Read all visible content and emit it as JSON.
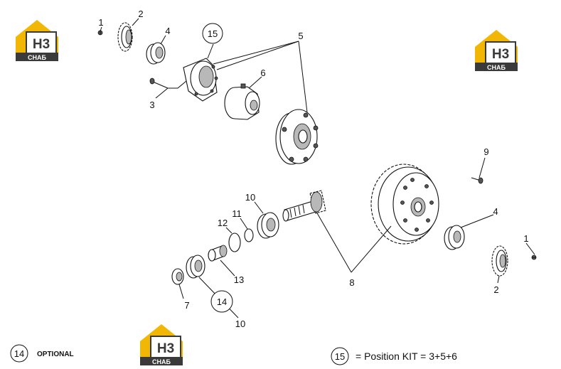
{
  "logo": {
    "mark": "H3",
    "caption": "СНАБ"
  },
  "callouts": [
    {
      "id": "c1a",
      "label": "1"
    },
    {
      "id": "c2a",
      "label": "2"
    },
    {
      "id": "c4a",
      "label": "4"
    },
    {
      "id": "c3",
      "label": "3"
    },
    {
      "id": "c5",
      "label": "5"
    },
    {
      "id": "c6",
      "label": "6"
    },
    {
      "id": "c9",
      "label": "9"
    },
    {
      "id": "c4b",
      "label": "4"
    },
    {
      "id": "c1b",
      "label": "1"
    },
    {
      "id": "c2b",
      "label": "2"
    },
    {
      "id": "c10a",
      "label": "10"
    },
    {
      "id": "c11",
      "label": "11"
    },
    {
      "id": "c12",
      "label": "12"
    },
    {
      "id": "c13",
      "label": "13"
    },
    {
      "id": "c7",
      "label": "7"
    },
    {
      "id": "c10b",
      "label": "10"
    },
    {
      "id": "c8",
      "label": "8"
    }
  ],
  "circled_callouts": [
    {
      "id": "k15",
      "label": "15"
    },
    {
      "id": "k14",
      "label": "14"
    }
  ],
  "legend": {
    "optional_marker": "14",
    "optional_text": "OPTIONAL",
    "kit_marker": "15",
    "kit_text": "= Position KIT = 3+5+6"
  },
  "colors": {
    "logo_yellow": "#f2b705",
    "logo_dark": "#3a3a3a",
    "line": "#111111"
  }
}
